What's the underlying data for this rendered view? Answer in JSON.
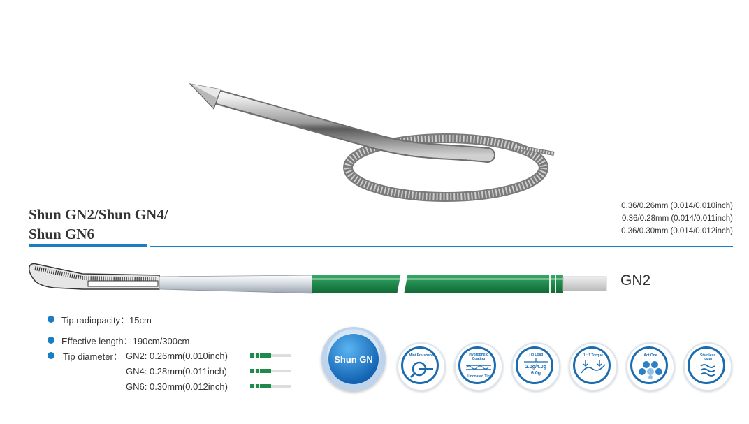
{
  "product": {
    "title_line1": "Shun GN2/Shun GN4/",
    "title_line2": "Shun GN6"
  },
  "specs": [
    "0.36/0.26mm (0.014/0.010inch)",
    "0.36/0.28mm (0.014/0.011inch)",
    "0.36/0.30mm (0.014/0.012inch)"
  ],
  "diagram_label": "GN2",
  "features": {
    "radiopacity": "Tip radiopacity：15cm",
    "effective_length": "Effective length：190cm/300cm",
    "tip_diameter_label": "Tip diameter：",
    "diameters": [
      {
        "model": "GN2:",
        "value": "0.26mm(0.010inch)"
      },
      {
        "model": "GN4:",
        "value": "0.28mm(0.011inch)"
      },
      {
        "model": "GN6:",
        "value": "0.30mm(0.012inch)"
      }
    ]
  },
  "badges": {
    "main": "Shun GN",
    "mini_preshape": "Mini Pre-shape",
    "hydrophilic_1": "Hydrophilic",
    "hydrophilic_2": "Coating",
    "uncoated_tip": "Uncoated Tip",
    "tip_load": "Tip Load",
    "tip_load_values_1": "2.0g/4.0g",
    "tip_load_values_2": "6.0g",
    "torque": "1 : 1 Torque",
    "act_one": "Act One",
    "stainless_1": "Stainless",
    "stainless_2": "Steel"
  },
  "colors": {
    "accent_blue": "#1b7ec4",
    "wire_green": "#1f8a4c"
  }
}
